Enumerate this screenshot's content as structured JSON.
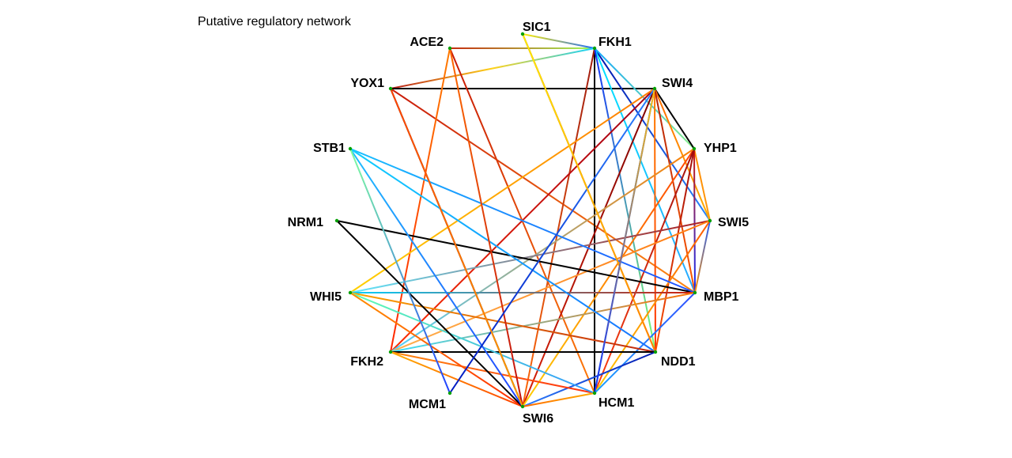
{
  "title": "Putative regulatory network",
  "nodes": [
    {
      "id": "SIC1",
      "label": "SIC1"
    },
    {
      "id": "FKH1",
      "label": "FKH1"
    },
    {
      "id": "SWI4",
      "label": "SWI4"
    },
    {
      "id": "YHP1",
      "label": "YHP1"
    },
    {
      "id": "SWI5",
      "label": "SWI5"
    },
    {
      "id": "MBP1",
      "label": "MBP1"
    },
    {
      "id": "NDD1",
      "label": "NDD1"
    },
    {
      "id": "HCM1",
      "label": "HCM1"
    },
    {
      "id": "SWI6",
      "label": "SWI6"
    },
    {
      "id": "MCM1",
      "label": "MCM1"
    },
    {
      "id": "FKH2",
      "label": "FKH2"
    },
    {
      "id": "WHI5",
      "label": "WHI5"
    },
    {
      "id": "NRM1",
      "label": "NRM1"
    },
    {
      "id": "STB1",
      "label": "STB1"
    },
    {
      "id": "YOX1",
      "label": "YOX1"
    },
    {
      "id": "ACE2",
      "label": "ACE2"
    }
  ],
  "edges": [
    {
      "from": "ACE2",
      "to": "FKH1",
      "colors": [
        "#c62a0e",
        "#a0ff5a"
      ]
    },
    {
      "from": "SIC1",
      "to": "FKH1",
      "colors": [
        "#ffee00",
        "#1e6bff"
      ]
    },
    {
      "from": "SIC1",
      "to": "NDD1",
      "colors": [
        "#8a0000",
        "#ff8c00"
      ]
    },
    {
      "from": "YOX1",
      "to": "FKH1",
      "colors": [
        "#b51b1b",
        "#ffd21a",
        "#12d2ff"
      ]
    },
    {
      "from": "YOX1",
      "to": "SWI4",
      "colors": [
        "#000000"
      ]
    },
    {
      "from": "YOX1",
      "to": "MBP1",
      "colors": [
        "#c81a0a",
        "#ff8a12"
      ]
    },
    {
      "from": "YOX1",
      "to": "SWI6",
      "colors": [
        "#000000"
      ]
    },
    {
      "from": "ACE2",
      "to": "HCM1",
      "colors": [
        "#c61807",
        "#ff7a08"
      ]
    },
    {
      "from": "ACE2",
      "to": "FKH2",
      "colors": [
        "#ff7b00",
        "#ff2600"
      ]
    },
    {
      "from": "FKH1",
      "to": "HCM1",
      "colors": [
        "#000000"
      ]
    },
    {
      "from": "FKH1",
      "to": "SWI5",
      "colors": [
        "#0011aa",
        "#2a88ff"
      ]
    },
    {
      "from": "FKH1",
      "to": "MBP1",
      "colors": [
        "#00e5ff",
        "#2aa8ff"
      ]
    },
    {
      "from": "FKH1",
      "to": "SWI6",
      "colors": [
        "#9f1b10",
        "#ff6a0a"
      ]
    },
    {
      "from": "FKH1",
      "to": "NDD1",
      "colors": [
        "#1030ff",
        "#7cff70"
      ]
    },
    {
      "from": "FKH1",
      "to": "YHP1",
      "colors": [
        "#14a8ff",
        "#8cf08a"
      ]
    },
    {
      "from": "SWI4",
      "to": "YHP1",
      "colors": [
        "#000000"
      ]
    },
    {
      "from": "SWI4",
      "to": "SWI5",
      "colors": [
        "#ff6a00",
        "#ffb000"
      ]
    },
    {
      "from": "SWI4",
      "to": "FKH2",
      "colors": [
        "#a0001a",
        "#ff2d00"
      ]
    },
    {
      "from": "SWI4",
      "to": "WHI5",
      "colors": [
        "#ff7a00",
        "#ffd000"
      ]
    },
    {
      "from": "SWI4",
      "to": "SWI6",
      "colors": [
        "#7c0000",
        "#d82008"
      ]
    },
    {
      "from": "SWI4",
      "to": "HCM1",
      "colors": [
        "#0020c8",
        "#18b8ff"
      ]
    },
    {
      "from": "SWI4",
      "to": "NDD1",
      "colors": [
        "#ff8000",
        "#ff3000"
      ]
    },
    {
      "from": "SWI4",
      "to": "MBP1",
      "colors": [
        "#b02008",
        "#ff5a00"
      ]
    },
    {
      "from": "YHP1",
      "to": "SWI5",
      "colors": [
        "#ff8a00",
        "#ff9c10"
      ]
    },
    {
      "from": "YHP1",
      "to": "MBP1",
      "colors": [
        "#d0180a",
        "#1030ff"
      ]
    },
    {
      "from": "YHP1",
      "to": "SWI6",
      "colors": [
        "#ff4000",
        "#ffd000"
      ]
    },
    {
      "from": "YHP1",
      "to": "HCM1",
      "colors": [
        "#a01010",
        "#ff4010"
      ]
    },
    {
      "from": "YHP1",
      "to": "NDD1",
      "colors": [
        "#a00a0a",
        "#ff5000"
      ]
    },
    {
      "from": "YHP1",
      "to": "FKH2",
      "colors": [
        "#ff8000",
        "#50d0ff"
      ]
    },
    {
      "from": "SWI5",
      "to": "MBP1",
      "colors": [
        "#2060ff",
        "#ff9000"
      ]
    },
    {
      "from": "SWI5",
      "to": "WHI5",
      "colors": [
        "#b01a1a",
        "#60e8ff"
      ]
    },
    {
      "from": "SWI5",
      "to": "HCM1",
      "colors": [
        "#ff5a00",
        "#ffcc00"
      ]
    },
    {
      "from": "SWI5",
      "to": "FKH2",
      "colors": [
        "#ff7a10",
        "#ffb050"
      ]
    },
    {
      "from": "MBP1",
      "to": "NRM1",
      "colors": [
        "#000000"
      ]
    },
    {
      "from": "MBP1",
      "to": "STB1",
      "colors": [
        "#2050ff",
        "#18c0ff"
      ]
    },
    {
      "from": "MBP1",
      "to": "WHI5",
      "colors": [
        "#d0200a",
        "#00d0ff"
      ]
    },
    {
      "from": "MBP1",
      "to": "FKH2",
      "colors": [
        "#ff7000",
        "#38e0ff"
      ]
    },
    {
      "from": "MBP1",
      "to": "HCM1",
      "colors": [
        "#3050ff",
        "#18a0ff"
      ]
    },
    {
      "from": "NDD1",
      "to": "STB1",
      "colors": [
        "#1870ff",
        "#10d0ff"
      ]
    },
    {
      "from": "NDD1",
      "to": "WHI5",
      "colors": [
        "#c0260e",
        "#ffa500"
      ]
    },
    {
      "from": "NDD1",
      "to": "FKH2",
      "colors": [
        "#000000"
      ]
    },
    {
      "from": "NDD1",
      "to": "SWI6",
      "colors": [
        "#0018b0",
        "#3080ff"
      ]
    },
    {
      "from": "HCM1",
      "to": "FKH2",
      "colors": [
        "#ff3010",
        "#ff8a10"
      ]
    },
    {
      "from": "HCM1",
      "to": "WHI5",
      "colors": [
        "#3098ff",
        "#60ffb0"
      ]
    },
    {
      "from": "HCM1",
      "to": "SWI6",
      "colors": [
        "#ffb000",
        "#ff6800"
      ]
    },
    {
      "from": "SWI6",
      "to": "FKH2",
      "colors": [
        "#ff4000",
        "#ffae00"
      ]
    },
    {
      "from": "SWI6",
      "to": "WHI5",
      "colors": [
        "#ff2a00",
        "#ff9000"
      ]
    },
    {
      "from": "SWI6",
      "to": "NRM1",
      "colors": [
        "#000000"
      ]
    },
    {
      "from": "SWI6",
      "to": "STB1",
      "colors": [
        "#2040ff",
        "#20c0ff"
      ]
    },
    {
      "from": "SWI6",
      "to": "ACE2",
      "colors": [
        "#c01010",
        "#ff6a00"
      ]
    },
    {
      "from": "MCM1",
      "to": "SWI4",
      "colors": [
        "#0018c0",
        "#2a80ff"
      ]
    },
    {
      "from": "MCM1",
      "to": "STB1",
      "colors": [
        "#2040ff",
        "#80ffa0"
      ]
    },
    {
      "from": "NDD1",
      "to": "SIC1",
      "colors": [
        "#ff8000",
        "#ffee00"
      ]
    },
    {
      "from": "HCM1",
      "to": "SWI4",
      "colors": [
        "#1030ff",
        "#ffc010"
      ]
    },
    {
      "from": "SWI6",
      "to": "YOX1",
      "colors": [
        "#ffa000",
        "#ff4000"
      ]
    }
  ]
}
